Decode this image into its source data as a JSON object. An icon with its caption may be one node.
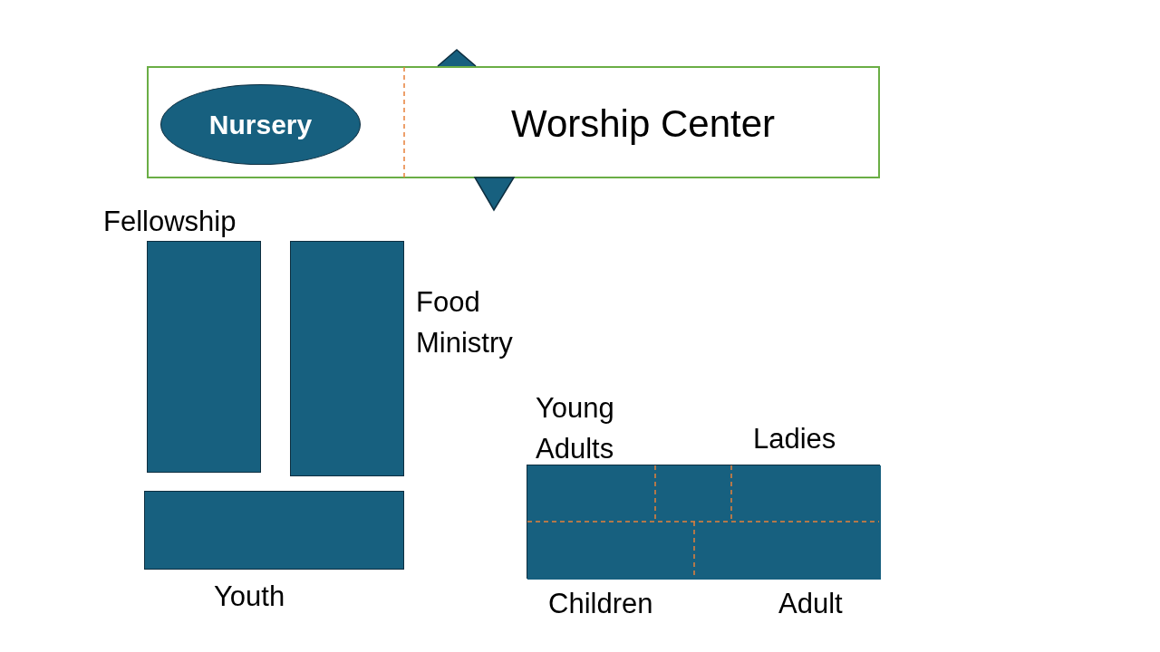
{
  "diagram": {
    "nodes": [
      {
        "text": [
          "Worship Center"
        ]
      },
      {
        "text": [
          "Nursery"
        ],
        "in": 0
      },
      {
        "text": [
          "Fellowship"
        ]
      },
      {
        "text": [
          "Food Ministry"
        ]
      },
      {
        "text": [
          "Youth"
        ]
      },
      {
        "text": [],
        "shape": "box"
      },
      {
        "text": [
          "Young Adults"
        ],
        "in": 5
      },
      {
        "text": [],
        "shape": "box",
        "in": 5
      },
      {
        "text": [
          "Ladies"
        ],
        "in": 5
      },
      {
        "text": [
          "Children"
        ],
        "in": 5
      },
      {
        "text": [
          "Adult"
        ],
        "in": 5
      }
    ],
    "edges": []
  }
}
